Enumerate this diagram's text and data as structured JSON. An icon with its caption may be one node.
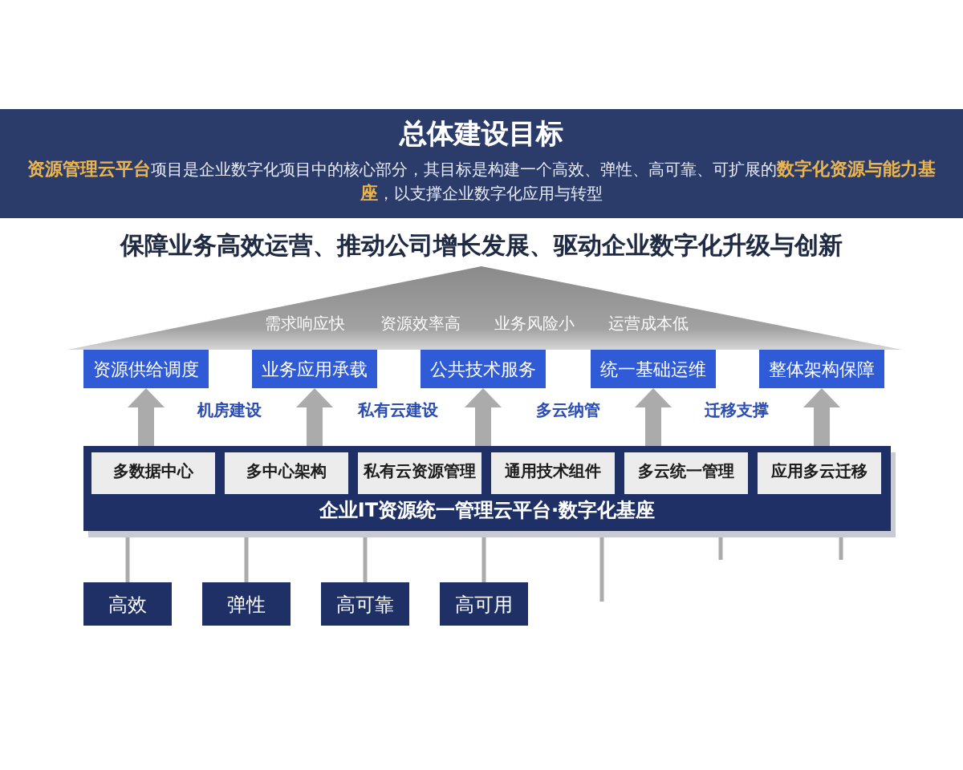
{
  "diagram": {
    "title": "总体建设目标",
    "nodes": [
      {
        "text": [
          "需求响应快",
          "资源效率高",
          "业务风险小",
          "运营成本低"
        ]
      },
      {
        "text": [
          "资源供给调度"
        ]
      },
      {
        "text": [
          "业务应用承载"
        ]
      },
      {
        "text": [
          "公共技术服务"
        ]
      },
      {
        "text": [
          "统一基础运维"
        ]
      },
      {
        "text": [
          "整体架构保障"
        ]
      },
      {
        "text": [
          "企业IT资源统一管理云平台·数字化基座"
        ]
      },
      {
        "text": [
          "多数据中心"
        ],
        "in": 6
      },
      {
        "text": [
          "多中心架构"
        ],
        "in": 6
      },
      {
        "text": [
          "私有云资源管理"
        ],
        "in": 6
      },
      {
        "text": [
          "通用技术组件"
        ],
        "in": 6
      },
      {
        "text": [
          "多云统一管理"
        ],
        "in": 6
      },
      {
        "text": [
          "应用多云迁移"
        ],
        "in": 6
      },
      {
        "text": [
          "高效"
        ]
      },
      {
        "text": [
          "弹性"
        ]
      },
      {
        "text": [
          "高可靠"
        ]
      },
      {
        "text": [
          "高可用"
        ]
      }
    ],
    "edges": [
      {
        "from": 6,
        "to": 1,
        "arrow": "to",
        "style": "thick"
      },
      {
        "from": 6,
        "to": 2,
        "arrow": "to",
        "style": "thick"
      },
      {
        "from": 6,
        "to": 3,
        "arrow": "to",
        "style": "thick"
      },
      {
        "from": 6,
        "to": 4,
        "arrow": "to",
        "style": "thick"
      },
      {
        "from": 6,
        "to": 5,
        "arrow": "to",
        "style": "thick"
      },
      {
        "from": 6,
        "to": 13,
        "arrow": "none"
      },
      {
        "from": 6,
        "to": 14,
        "arrow": "none"
      },
      {
        "from": 6,
        "to": 15,
        "arrow": "none"
      },
      {
        "from": 6,
        "to": 16,
        "arrow": "none"
      },
      {
        "from": 6,
        "to": null,
        "arrow": "none"
      },
      {
        "from": 6,
        "to": null,
        "arrow": "none"
      },
      {
        "from": 6,
        "to": null,
        "arrow": "none"
      }
    ],
    "labels": [
      "**资源管理云平台**项目是企业数字化项目中的核心部分，其目标是构建一个高效、弹性、高可靠、可扩展的**数字化资源与能力基座**，以支撑企业数字化应用与转型",
      "保障业务高效运营、推动公司增长发展、驱动企业数字化升级与创新",
      "机房建设",
      "私有云建设",
      "多云纳管",
      "迁移支撑"
    ]
  }
}
